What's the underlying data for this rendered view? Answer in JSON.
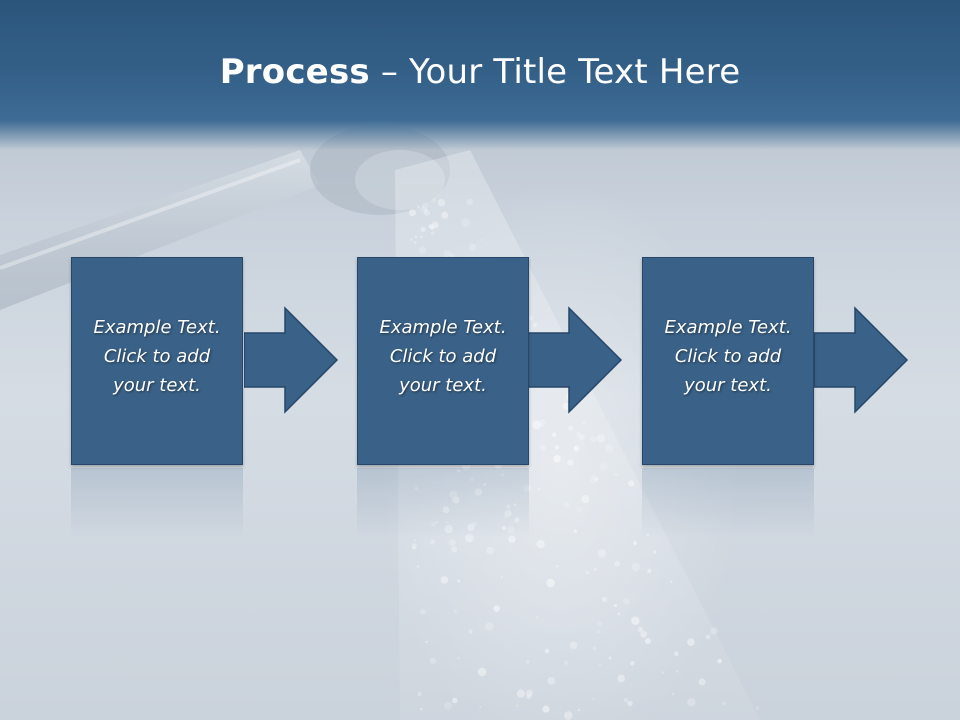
{
  "title": {
    "bold": "Process",
    "rest": " – Your Title Text Here"
  },
  "steps": [
    {
      "lines": [
        "Example Text.",
        "Click  to add",
        "your text."
      ]
    },
    {
      "lines": [
        "Example Text.",
        "Click  to add",
        "your text."
      ]
    },
    {
      "lines": [
        "Example Text.",
        "Click  to add",
        "your text."
      ]
    }
  ],
  "colors": {
    "title_bar": "#335f87",
    "box_fill": "#3a6187",
    "box_border": "#26476a",
    "text": "#ffffff"
  },
  "background_art": "shower head with water spray"
}
